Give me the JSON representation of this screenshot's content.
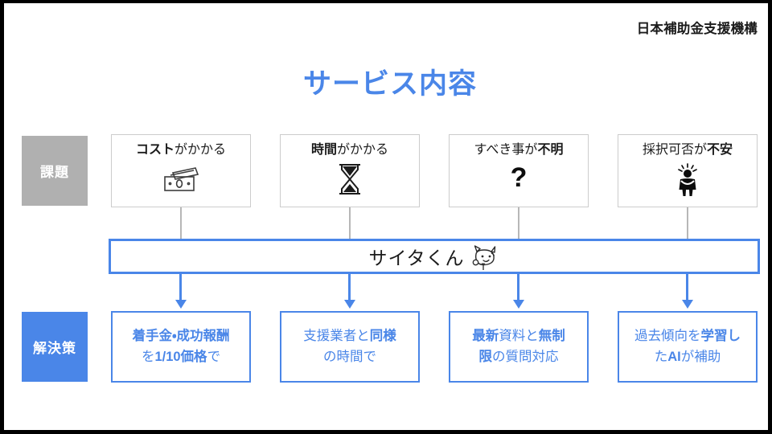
{
  "slide": {
    "organization": "日本補助金支援機構",
    "title": "サービス内容",
    "background_color": "#ffffff",
    "accent_color": "#4a86e8",
    "problem_label_color": "#b0b0b0"
  },
  "rows": {
    "problem_label": "課題",
    "solution_label": "解決策"
  },
  "center_bar": {
    "label": "サイタくん",
    "mascot_icon": "cat-mascot-icon"
  },
  "problems": [
    {
      "text_bold": "コスト",
      "text_normal": "がかかる",
      "icon": "banknote-icon",
      "connector": "gray-line"
    },
    {
      "text_bold": "時間",
      "text_normal": "がかかる",
      "icon": "hourglass-icon",
      "connector": "gray-line"
    },
    {
      "text_normal": "すべき事が",
      "text_bold": "不明",
      "icon": "question-mark-icon",
      "connector": "gray-line"
    },
    {
      "text_normal": "採択可否が",
      "text_bold": "不安",
      "icon": "anxious-person-icon",
      "connector": "gray-line"
    }
  ],
  "solutions": [
    {
      "line1_bold": "着手金・成功報酬",
      "line2_normal_a": "を",
      "line2_bold": "1/10価格",
      "line2_normal_b": "で",
      "arrow": "down-arrow-icon"
    },
    {
      "line1_normal_a": "支援業者と",
      "line1_bold": "同様",
      "line2_normal_a": "の時間で",
      "arrow": "down-arrow-icon"
    },
    {
      "line1_bold": "最新",
      "line1_normal_a": "資料と",
      "line1_bold_b": "無制",
      "line2_bold": "限",
      "line2_normal_a": "の質問対応",
      "arrow": "down-arrow-icon"
    },
    {
      "line1_normal_a": "過去傾向を",
      "line1_bold": "学習し",
      "line2_normal_a": "た",
      "line2_bold": "AI",
      "line2_normal_b": "が補助",
      "arrow": "down-arrow-icon"
    }
  ]
}
